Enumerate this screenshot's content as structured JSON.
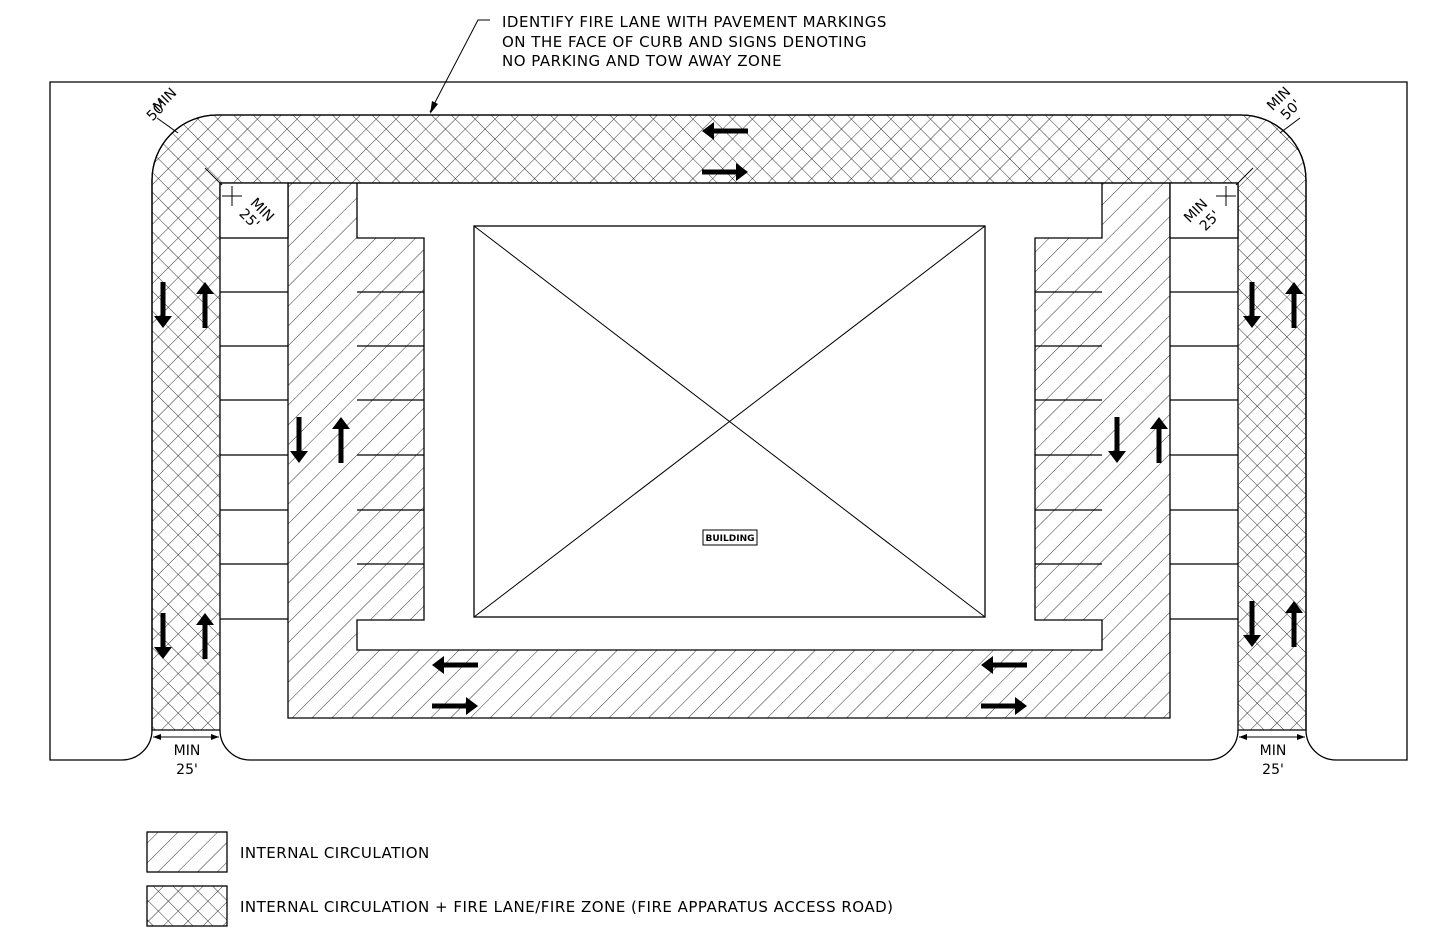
{
  "note": {
    "lines": [
      "IDENTIFY FIRE LANE WITH PAVEMENT MARKINGS",
      "ON THE FACE OF CURB AND SIGNS DENOTING",
      "NO PARKING AND TOW AWAY ZONE"
    ]
  },
  "building": {
    "label": "BUILDING"
  },
  "dimensions": {
    "radius_outer": {
      "min": "MIN",
      "value": "50'"
    },
    "radius_inner": {
      "min": "MIN",
      "value": "25'"
    },
    "width": {
      "min": "MIN",
      "value": "25'"
    }
  },
  "legend": [
    {
      "pattern": "single-hatch",
      "label": "INTERNAL CIRCULATION"
    },
    {
      "pattern": "cross-hatch",
      "label": "INTERNAL CIRCULATION + FIRE LANE/FIRE ZONE (FIRE APPARATUS ACCESS ROAD)"
    }
  ],
  "colors": {
    "line": "#000000",
    "background": "#ffffff"
  }
}
